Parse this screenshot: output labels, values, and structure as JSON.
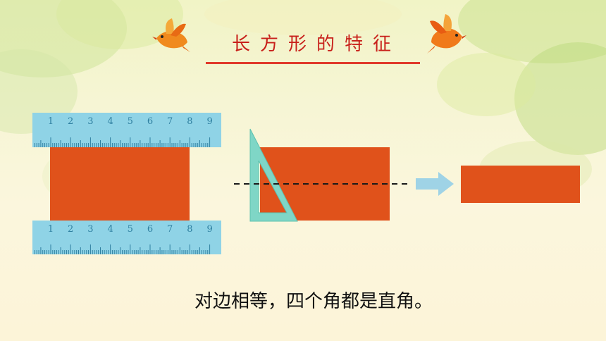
{
  "title": "长方形的特征",
  "caption": "对边相等，四个角都是直角。",
  "ruler_numbers": [
    "1",
    "2",
    "3",
    "4",
    "5",
    "6",
    "7",
    "8",
    "9"
  ],
  "icons": {
    "left_bird": "bird-icon",
    "right_bird": "bird-icon",
    "arrow": "arrow-right-icon"
  },
  "colors": {
    "rectangle": "#e0521b",
    "ruler": "#8fd3e6",
    "title": "#c8201a",
    "triangle": "#7fd6c6"
  }
}
